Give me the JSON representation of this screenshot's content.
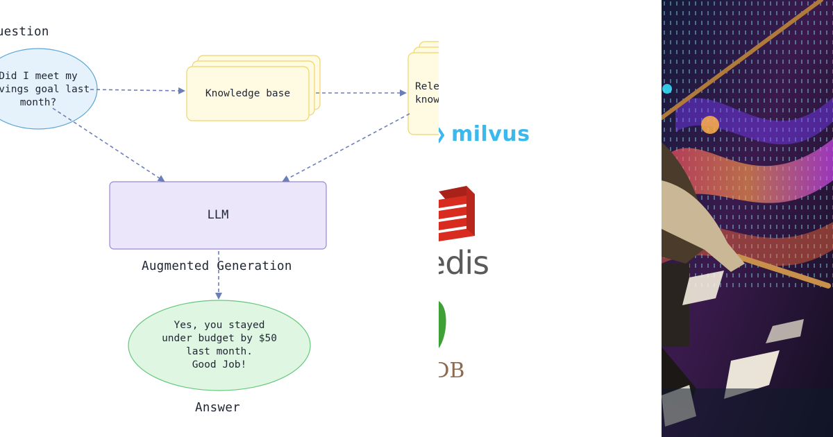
{
  "diagram": {
    "question_label": "Question",
    "question_text": "Did I meet my\nsavings goal last\nmonth?",
    "knowledge_base_label": "Knowledge base",
    "relevant_knowledge_label": "Relevant\nknowledge",
    "llm_label": "LLM",
    "augmented_generation_label": "Augmented Generation",
    "answer_text": "Yes, you stayed\nunder budget by $50\nlast month.\nGood Job!",
    "answer_label": "Answer"
  },
  "logos": {
    "milvus": "milvus",
    "redis": "redis",
    "mongodb": "MongoDB"
  },
  "colors": {
    "arrow": "#6a7fb8",
    "question_fill": "#e6f2fb",
    "question_stroke": "#5aa6d6",
    "doc_fill": "#fffbe3",
    "doc_stroke": "#eed46a",
    "llm_fill": "#ece6fb",
    "llm_stroke": "#9a86cf",
    "answer_fill": "#dff7e2",
    "answer_stroke": "#66c77c",
    "milvus": "#3bb8ec",
    "redis_red": "#d82c20",
    "redis_gray": "#5a5a5a",
    "mongo_green": "#3fa037",
    "mongo_brown": "#8b6a52"
  },
  "icons": [
    "milvus-logo-icon",
    "redis-cube-icon",
    "mongodb-leaf-icon"
  ]
}
